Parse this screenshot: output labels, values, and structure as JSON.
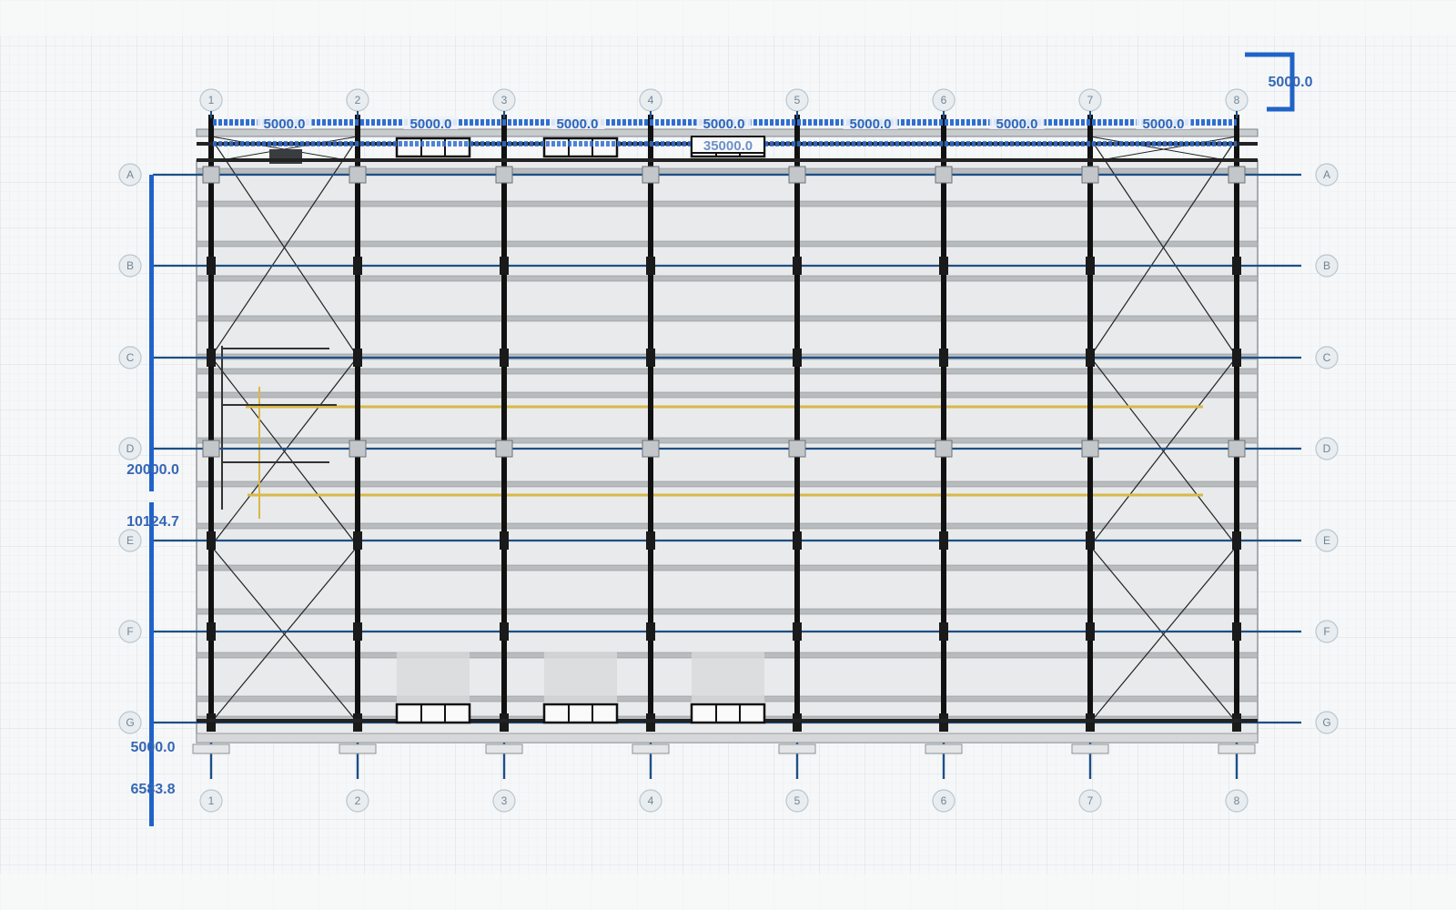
{
  "drawing": {
    "column_grid_labels": [
      "1",
      "2",
      "3",
      "4",
      "5",
      "6",
      "7",
      "8"
    ],
    "row_grid_labels": [
      "A",
      "B",
      "C",
      "D",
      "E",
      "F",
      "G"
    ],
    "bay_dimensions": [
      "5000.0",
      "5000.0",
      "5000.0",
      "5000.0",
      "5000.0",
      "5000.0",
      "5000.0"
    ],
    "overall_length": "35000.0",
    "top_right_dimension": "5000.0",
    "left_dimensions": {
      "overall_width": "20000.0",
      "offset_1": "10124.7",
      "offset_2": "5000.0",
      "offset_3": "6583.8"
    }
  },
  "colors": {
    "background": "#f6f7f8",
    "grid_line": "#dde3e8",
    "column": "#111111",
    "purlin": "#b9bcbf",
    "grid_axis": "#1d4f86",
    "dimension_blue": "#1f63c8",
    "pipe_yellow": "#d8b84a",
    "bracing": "#222222"
  }
}
